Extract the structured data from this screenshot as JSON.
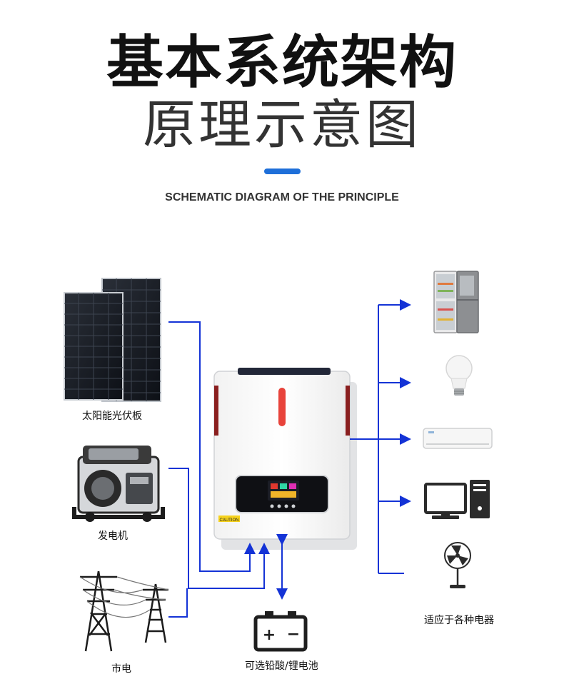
{
  "header": {
    "title": "基本系统架构",
    "subtitle": "原理示意图",
    "english_title": "SCHEMATIC DIAGRAM OF THE PRINCIPLE"
  },
  "sources": {
    "solar_panel_label": "太阳能光伏板",
    "generator_label": "发电机",
    "grid_label": "市电"
  },
  "battery": {
    "label": "可选铅酸/锂电池",
    "plus_symbol": "+",
    "minus_symbol": "−"
  },
  "inverter": {
    "caution_label": "CAUTION"
  },
  "loads": {
    "label": "适应于各种电器"
  },
  "colors": {
    "accent": "#1e6fd9",
    "connector_line": "#1433d6",
    "inverter_body": "#ffffff",
    "indicator": "#e8433b"
  }
}
